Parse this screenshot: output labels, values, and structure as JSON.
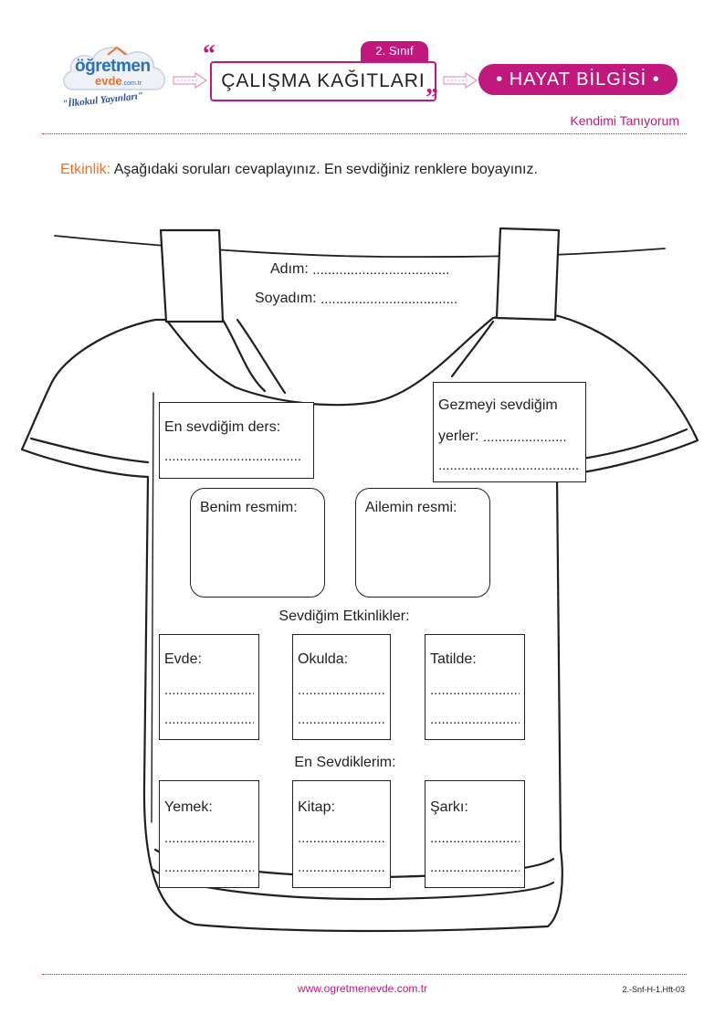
{
  "header": {
    "logo_line1": "öğretmen",
    "logo_line2": "evde",
    "logo_domain": ".com.tr",
    "logo_tagline": "\"İlkokul Yayınları\"",
    "grade": "2. Sınıf",
    "sheet_title": "ÇALIŞMA KAĞITLARI",
    "subject": "• HAYAT BİLGİSİ •",
    "topic": "Kendimi Tanıyorum"
  },
  "instruction": {
    "label": "Etkinlik:",
    "text": "Aşağıdaki soruları cevaplayınız. En sevdiğiniz renklere boyayınız."
  },
  "worksheet": {
    "name_label": "Adım:",
    "surname_label": "Soyadım:",
    "favorite_lesson_label": "En sevdiğim ders:",
    "favorite_places_label_1": "Gezmeyi sevdiğim",
    "favorite_places_label_2": "yerler:",
    "my_picture_label": "Benim resmim:",
    "family_picture_label": "Ailemin resmi:",
    "activities_heading": "Sevdiğim Etkinlikler:",
    "activities": [
      "Evde:",
      "Okulda:",
      "Tatilde:"
    ],
    "favorites_heading": "En Sevdiklerim:",
    "favorites": [
      "Yemek:",
      "Kitap:",
      "Şarkı:"
    ],
    "blank": "......................................................................"
  },
  "footer": {
    "url": "www.ogretmenevde.com.tr",
    "code": "2.-Snf-H-1.Hft-03"
  },
  "colors": {
    "brand": "#c0187d",
    "accent": "#e8732a",
    "logo_blue": "#2d6fb5"
  }
}
